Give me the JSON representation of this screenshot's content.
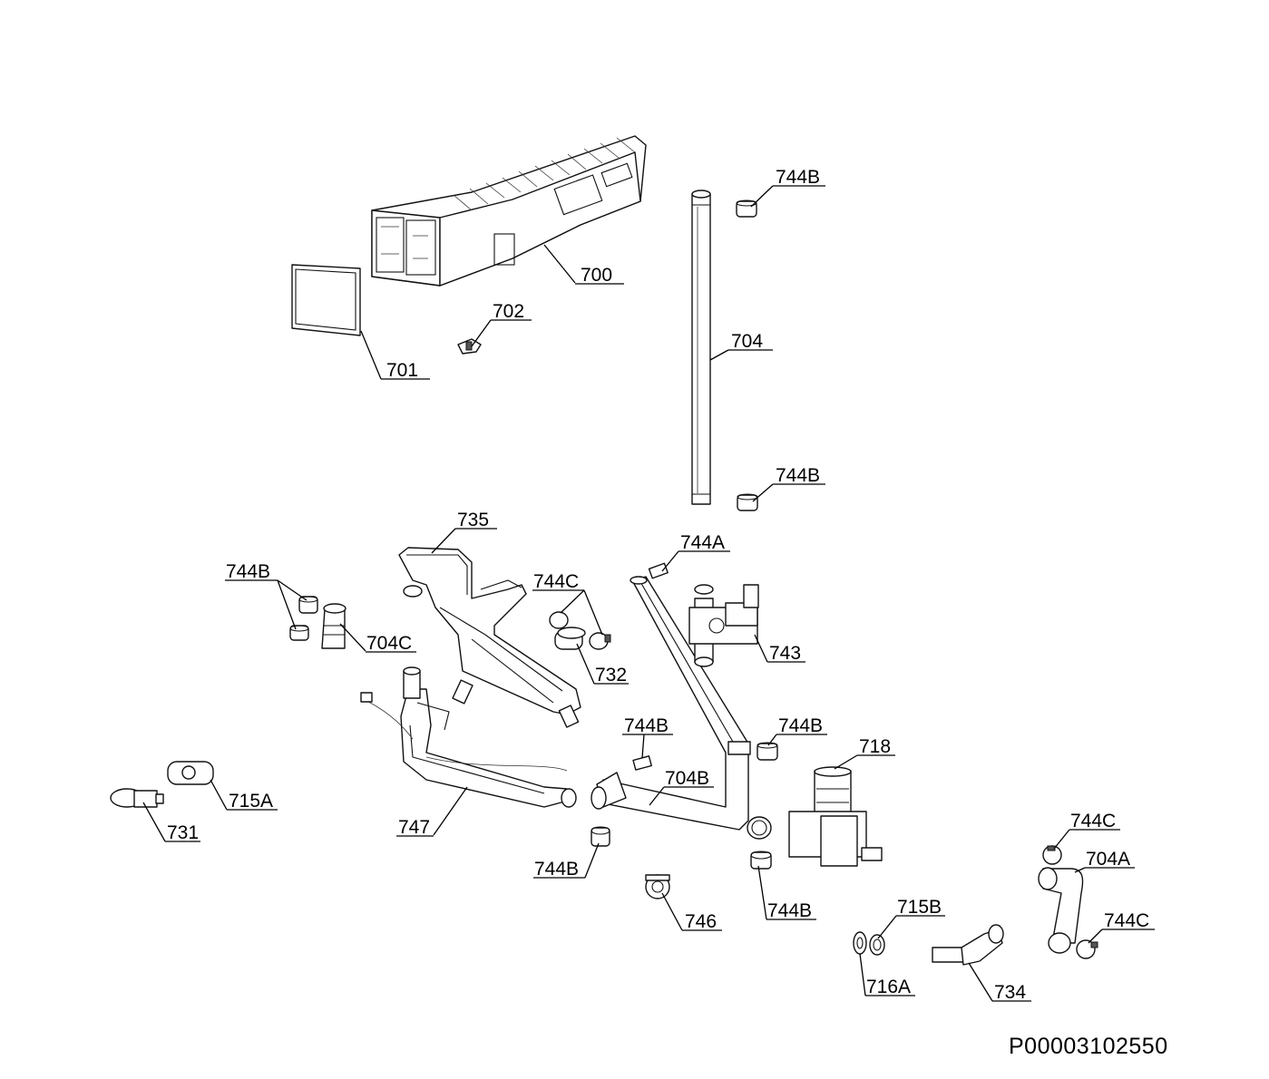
{
  "labels": {
    "l700": "700",
    "l701": "701",
    "l702": "702",
    "l704": "704",
    "l744B_top": "744B",
    "l744B_mid": "744B",
    "l735": "735",
    "l744A": "744A",
    "l744B_left": "744B",
    "l744C_mid": "744C",
    "l704C": "704C",
    "l732": "732",
    "l743": "743",
    "l744B_center": "744B",
    "l744B_right": "744B",
    "l718": "718",
    "l704B": "704B",
    "l715A": "715A",
    "l731": "731",
    "l747": "747",
    "l744B_bottom_left": "744B",
    "l744B_bottom_right": "744B",
    "l746": "746",
    "l744C_right_top": "744C",
    "l704A": "704A",
    "l715B": "715B",
    "l744C_right_bottom": "744C",
    "l716A": "716A",
    "l734": "734"
  },
  "reference_code": "P00003102550"
}
